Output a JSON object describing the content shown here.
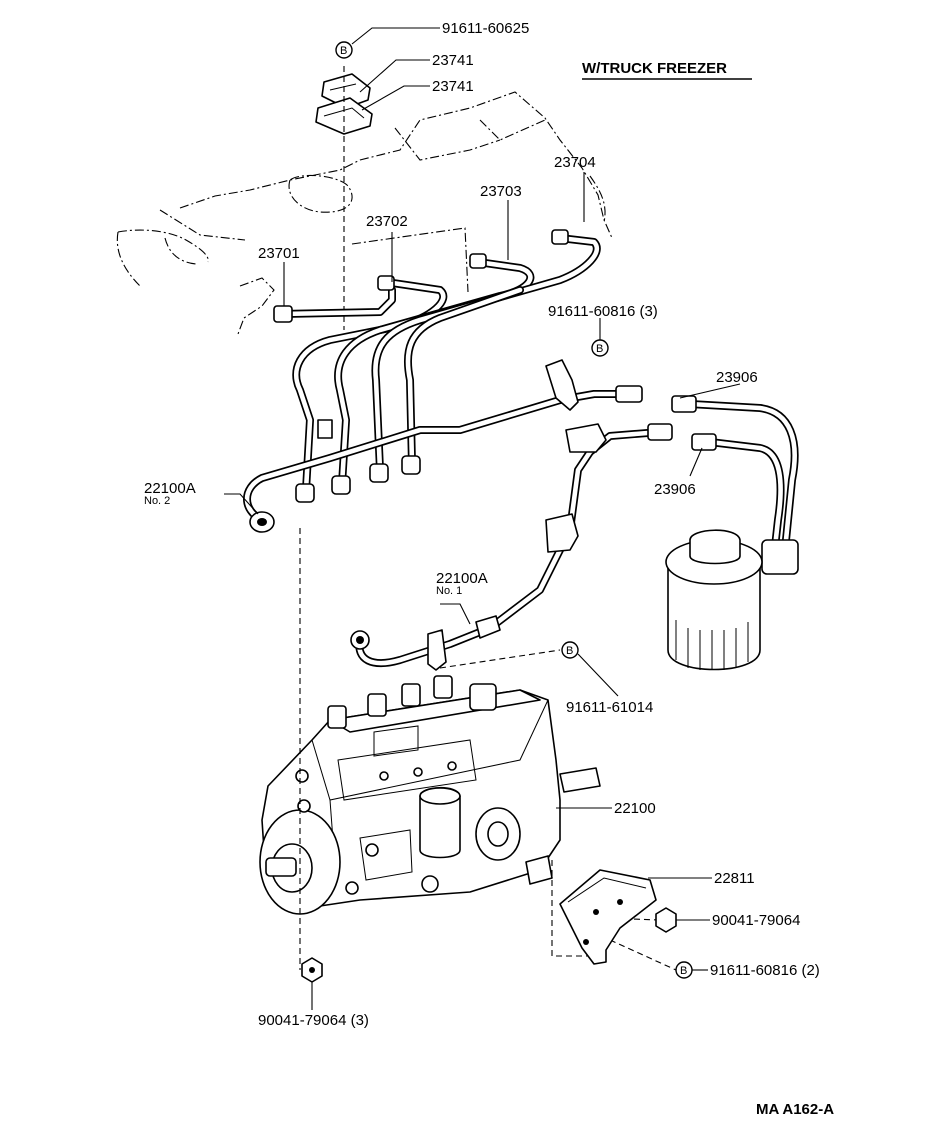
{
  "diagram": {
    "header": "W/TRUCK FREEZER",
    "footer_code": "MA A162-A",
    "bolt_symbol": "B",
    "callouts": {
      "bolt_top": "91611-60625",
      "clamp_a": "23741",
      "clamp_b": "23741",
      "pipe_4": "23704",
      "pipe_3": "23703",
      "pipe_2": "23702",
      "pipe_1": "23701",
      "bolt_mid": "91611-60816 (3)",
      "hose_a": "23906",
      "hose_b": "23906",
      "pipe_asm_no2": "22100A",
      "pipe_asm_no2_sub": "No. 2",
      "pipe_asm_no1": "22100A",
      "pipe_asm_no1_sub": "No. 1",
      "bolt_pump": "91611-61014",
      "pump": "22100",
      "bracket": "22811",
      "nut_right": "90041-79064",
      "bolt_bottom": "91611-60816 (2)",
      "nut_bottom": "90041-79064 (3)"
    }
  }
}
